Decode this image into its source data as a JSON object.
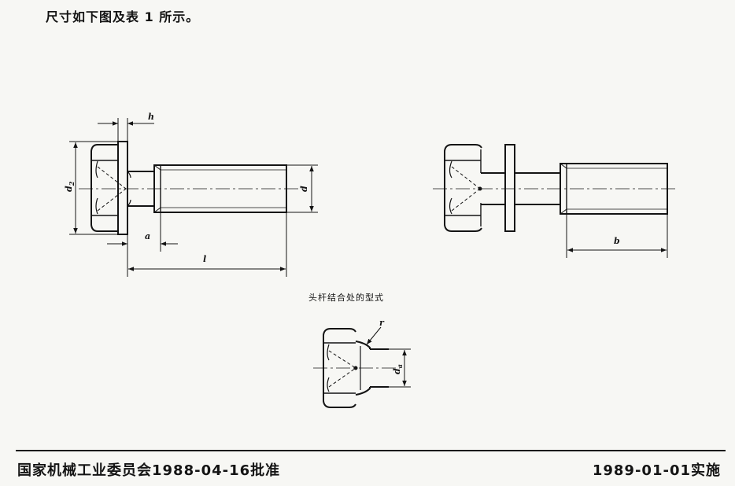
{
  "document": {
    "intro_text": "尺寸如下图及表 1 所示。",
    "caption": "头杆结合处的型式",
    "footer": {
      "left": "国家机械工业委员会1988-04-16批准",
      "right": "1989-01-01实施"
    }
  },
  "drawing": {
    "labels": {
      "h": "h",
      "a": "a",
      "l": "l",
      "d": "d",
      "d2_main": "d",
      "d2_sub": "2",
      "b": "b",
      "r": "r",
      "da_main": "d",
      "da_sub": "a"
    },
    "ink_color": "#141414",
    "paper_color": "#f7f7f4"
  }
}
